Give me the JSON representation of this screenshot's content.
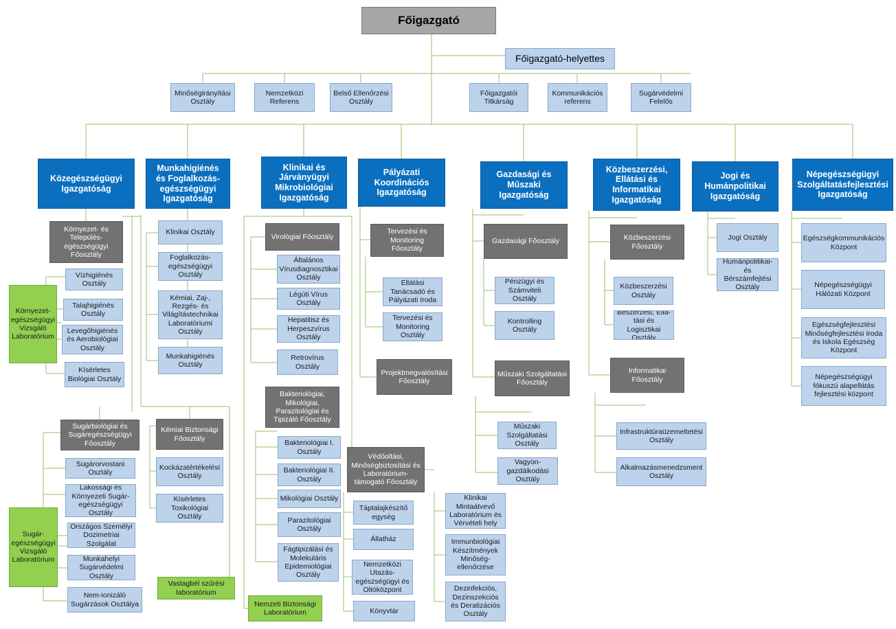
{
  "org_chart": {
    "top": "Főigazgató",
    "deputy": "Főigazgató-helyettes",
    "staff_units": [
      "Minőségirányítási\nOsztály",
      "Nemzetközi\nReferens",
      "Belső Ellenőrzési\nOsztály",
      "Főigazgatói\nTitkárság",
      "Kommunikációs\nreferens",
      "Sugárvédelmi\nFelelős"
    ],
    "directorates": [
      "Közegészségügyi\nIgazgatóság",
      "Munkahigiénés\nés Foglalkozás-\negészségügyi\nIgazgatóság",
      "Klinikai és\nJárványügyi\nMikrobiológiai\nIgazgatóság",
      "Pályázati\nKoordinációs\nIgazgatóság",
      "Gazdasági és\nMűszaki\nIgazgatóság",
      "Közbeszerzési,\nEllátási és\nInformatikai\nIgazgatóság",
      "Jogi és\nHumánpolitikai\nIgazgatóság",
      "Népegészségügyi\nSzolgáltatásfejlesztési\nIgazgatóság"
    ],
    "kozeg": {
      "main_dept": "Környezet- és\nTelepülés-\negészségügyi\nFőosztály",
      "units": [
        "Vízhigiénés\nOsztály",
        "Talajhigiénés\nOsztály",
        "Levegőhigiénés\nés Aerobiológiai\nOsztály",
        "Kísérletes\nBiológiai Osztály"
      ],
      "lab": "Környezet-\negészségügyi\nVizsgáló\nLaboratórium",
      "rad_dept": "Sugárbiológiai és\nSugáregészségügyi\nFőosztály",
      "rad_units": [
        "Sugárorvostani\nOsztály",
        "Lakossági és\nKörnyezeti Sugár-\negészségügyi\nOsztály",
        "Országos Személyi\nDozimetriai\nSzolgálat",
        "Munkahelyi\nSugárvédelmi\nOsztály",
        "Nem-ionizáló\nSugárzások Osztálya"
      ],
      "rad_lab": "Sugár-\negészségügyi\nVizsgáló\nLaboratórium",
      "chem_dept": "Kémiai Biztonsági\nFőosztály",
      "chem_units": [
        "Kockázatértékelési\nOsztály",
        "Kísérletes\nToxikológiai\nOsztály"
      ],
      "colon_lab": "Vastagbél szűrési\nlaboratórium"
    },
    "munka": {
      "units": [
        "Klinikai Osztály",
        "Foglalkozás-\negészségügyi\nOsztály",
        "Kémiai, Zaj-,\nRezgés- és\nVilágítástechnikai\nLaboratóriumi\nOsztály",
        "Munkahigiénés\nOsztály"
      ]
    },
    "klinikai": {
      "viro_dept": "Virológiai Főosztály",
      "viro_units": [
        "Általános\nVírusdiagnosztikai\nOsztály",
        "Légúti Vírus\nOsztály",
        "Hepatitisz és\nHerpeszvírus\nOsztály",
        "Retrovírus\nOsztály"
      ],
      "bact_dept": "Bakteriológiai,\nMikológiai,\nParazitológiai és\nTipizáló Főosztály",
      "bact_units": [
        "Bakteriológiai I.\nOsztály",
        "Bakteriológiai II.\nOsztály",
        "Mikológiai Osztály",
        "Parazitológiai\nOsztály",
        "Fágtipizálási és\nMolekuláris\nEpidemiológiai\nOsztály"
      ],
      "vac_dept": "Védőoltási,\nMinőségbiztosítási és\nLaboratórium-\ntámogató Főosztály",
      "vac_left": [
        "Táptalajkészítő\negység",
        "Állatház",
        "Nemzetközi\nUtazás-\negészségügyi és\nOltóközpont",
        "Könyvtár"
      ],
      "vac_right": [
        "Klinikai\nMintaátvevő\nLaboratórium és\nVérvételi hely",
        "Immunbiológiai\nKészítmények\nMinőség-\nellenőrzése",
        "Dezinfekciós,\nDezinszekciós\nés Deratizációs\nOsztály"
      ],
      "nat_lab": "Nemzeti Biztonsági\nLaboratórium"
    },
    "palyazati": {
      "dept": "Tervezési és\nMonitoring\nFőosztály",
      "units": [
        "Ellátási\nTanácsadó és\nPályázati Iroda",
        "Tervezési és\nMonitoring\nOsztály"
      ],
      "dept2": "Projektmegvalósítási\nFőosztály"
    },
    "gazdasagi": {
      "dept": "Gazdasági Főosztály",
      "units": [
        "Pénzügyi és\nSzámviteli\nOsztály",
        "Kontrolling\nOsztály"
      ],
      "tech_dept": "Műszaki Szolgáltatási\nFőosztály",
      "tech_units": [
        "Műszaki\nSzolgáltatási\nOsztály",
        "Vagyon-\ngazdálkodási\nOsztály"
      ]
    },
    "kozbesz": {
      "dept": "Közbeszerzési\nFőosztály",
      "units": [
        "Közbeszerzési\nOsztály",
        "Beszerzési, Ellá-\ntási és Logisztikai\nOsztály"
      ],
      "it_dept": "Informatikai\nFőosztály",
      "it_units": [
        "Infrastruktúraüzemeltetési\nOsztály",
        "Alkalmazásmenedzsment\nOsztály"
      ]
    },
    "jogi": {
      "units": [
        "Jogi  Osztály",
        "Humánpolitikai- és\nBérszámfejtési\nOsztály"
      ]
    },
    "nepeg": {
      "units": [
        "Egészségkommunikációs\nKözpont",
        "Népegészségügyi\nHálózati Központ",
        "Egészségfejlesztési\nMinőségfejlesztési Iroda\nés Iskola Egészség\nKözpont",
        "Népegészségügyi\nfókuszú alapellátás\nfejlesztési központ"
      ]
    }
  },
  "colors": {
    "line": "#9bbf6e",
    "directorate": "#0b6fbf",
    "department_grey": "#727272",
    "unit_blue": "#bdd3ec",
    "lab_green": "#92d050",
    "top_grey": "#a6a6a6"
  }
}
